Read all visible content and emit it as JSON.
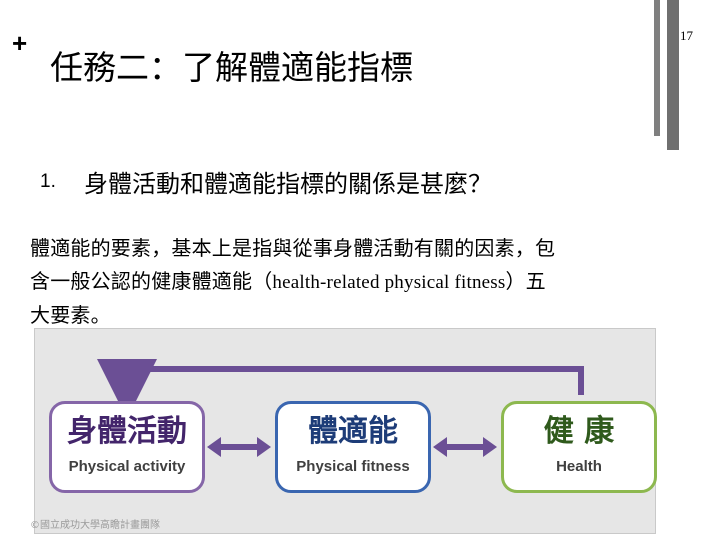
{
  "slide": {
    "plus": "+",
    "title": "任務二：了解體適能指標",
    "page_number": "17"
  },
  "bullet": {
    "number": "1.",
    "text": "身體活動和體適能指標的關係是甚麼？"
  },
  "paragraph": {
    "line1": "體適能的要素，基本上是指與從事身體活動有關的因素，包",
    "line2_zh": "含一般公認的健康體適能（",
    "line2_en": "health-related physical fitness",
    "line2_end": "）五",
    "line3": "大要素。"
  },
  "diagram": {
    "boxes": [
      {
        "zh": "身體活動",
        "en": "Physical activity",
        "color": "#8566a8"
      },
      {
        "zh": "體適能",
        "en": "Physical fitness",
        "color": "#3a66b0"
      },
      {
        "zh": "健 康",
        "en": "Health",
        "color": "#8db84f"
      }
    ],
    "arrow_color": "#6b4f95"
  },
  "footer": {
    "text": "©國立成功大學高瞻計畫團隊"
  }
}
